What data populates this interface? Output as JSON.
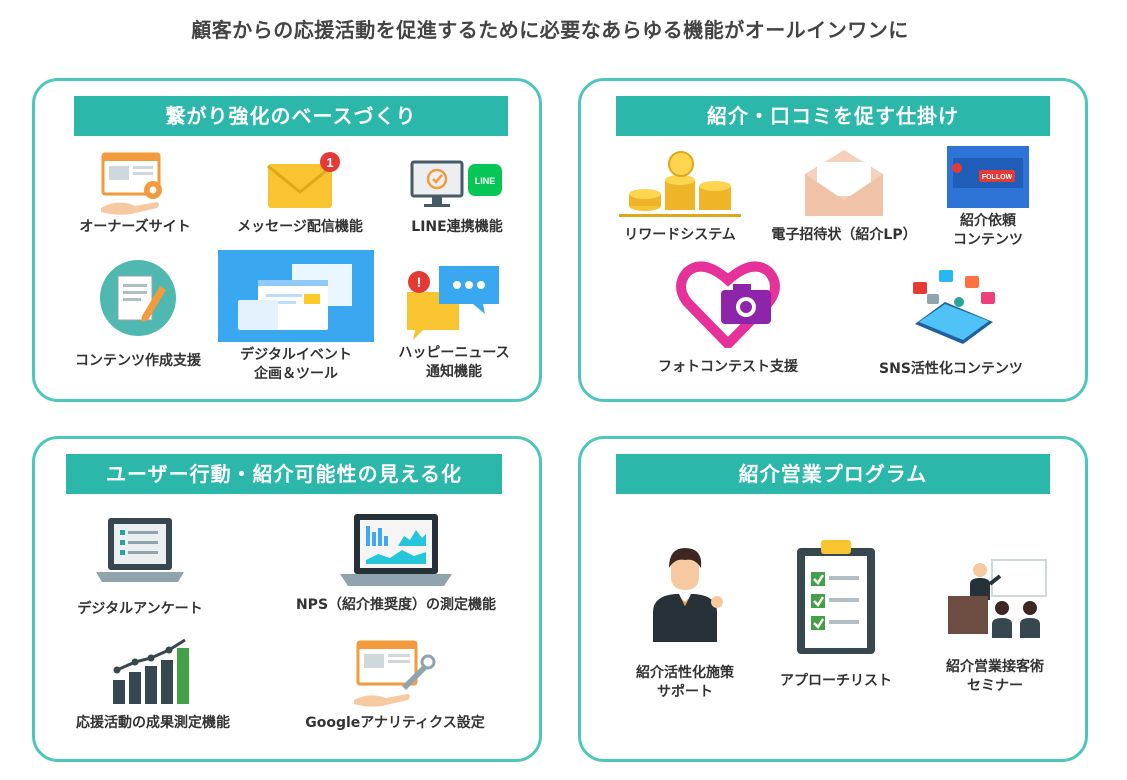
{
  "headline": "顧客からの応援活動を促進するために必要なあらゆる機能がオールインワンに",
  "colors": {
    "accent": "#2bb7aa",
    "border": "#4dc6bb",
    "orange": "#f39a3c",
    "green": "#5cb85c"
  },
  "sections": {
    "base": {
      "title": "繋がり強化のベースづくり",
      "items": [
        {
          "label": "オーナーズサイト",
          "icon": "owners-site-icon"
        },
        {
          "label": "メッセージ配信機能",
          "icon": "mail-icon",
          "badge": "1"
        },
        {
          "label": "LINE連携機能",
          "icon": "line-icon",
          "line_text": "LINE"
        },
        {
          "label": "コンテンツ作成支援",
          "icon": "document-pencil-icon"
        },
        {
          "label1": "デジタルイベント",
          "label2": "企画＆ツール",
          "icon": "digital-event-icon"
        },
        {
          "label1": "ハッピーニュース",
          "label2": "通知機能",
          "icon": "chat-bubble-icon"
        }
      ]
    },
    "referral": {
      "title": "紹介・口コミを促す仕掛け",
      "items": [
        {
          "label": "リワードシステム",
          "icon": "coins-icon"
        },
        {
          "label": "電子招待状（紹介LP）",
          "icon": "envelope-icon"
        },
        {
          "label1": "紹介依頼",
          "label2": "コンテンツ",
          "icon": "follow-icon",
          "follow_text": "FOLLOW"
        },
        {
          "label": "フォトコンテスト支援",
          "icon": "camera-heart-icon"
        },
        {
          "label": "SNS活性化コンテンツ",
          "icon": "sns-phone-icon"
        }
      ]
    },
    "visibility": {
      "title": "ユーザー行動・紹介可能性の見える化",
      "items": [
        {
          "label": "デジタルアンケート",
          "icon": "survey-laptop-icon"
        },
        {
          "label": "NPS（紹介推奨度）の測定機能",
          "icon": "analytics-laptop-icon"
        },
        {
          "label": "応援活動の成果測定機能",
          "icon": "bar-chart-icon"
        },
        {
          "label": "Googleアナリティクス設定",
          "icon": "wrench-browser-icon"
        }
      ]
    },
    "sales": {
      "title": "紹介営業プログラム",
      "items": [
        {
          "label1": "紹介活性化施策",
          "label2": "サポート",
          "icon": "businessman-icon"
        },
        {
          "label": "アプローチリスト",
          "icon": "checklist-icon"
        },
        {
          "label1": "紹介営業接客術",
          "label2": "セミナー",
          "icon": "seminar-icon"
        }
      ]
    }
  }
}
